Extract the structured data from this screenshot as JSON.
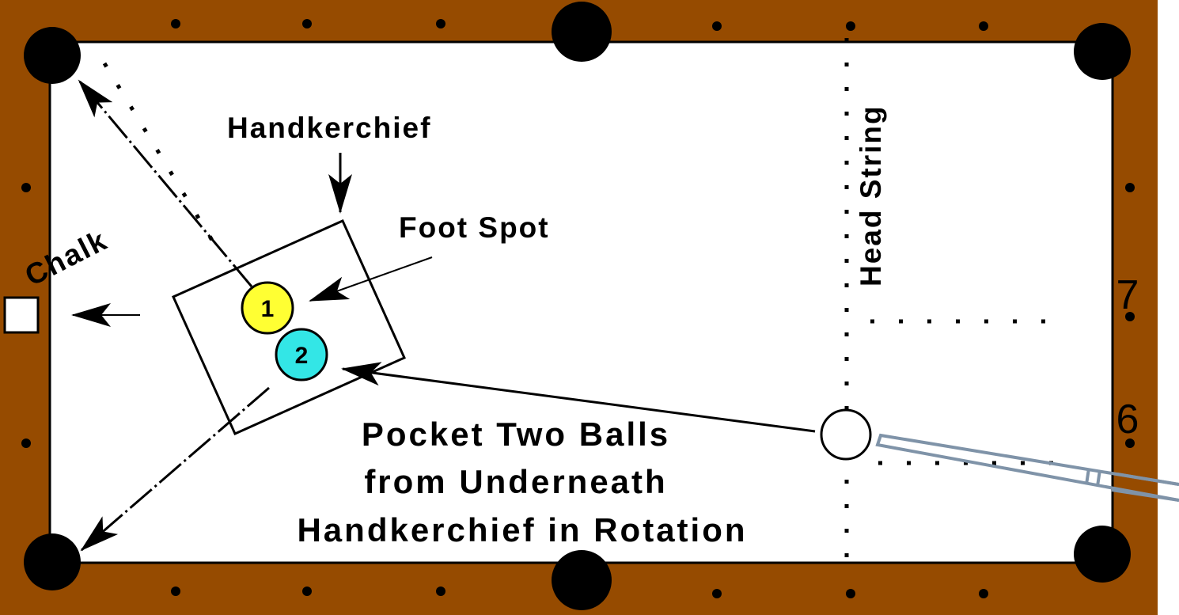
{
  "colors": {
    "rail": "#964B00",
    "cloth": "#ffffff",
    "pocket": "#000000",
    "ball_1": "#ffff33",
    "ball_2": "#33e6e6",
    "cue_stick": "#7f93a8"
  },
  "labels": {
    "handkerchief": "Handkerchief",
    "foot_spot": "Foot Spot",
    "chalk": "Chalk",
    "head_string": "Head String",
    "title_line_1": "Pocket Two Balls",
    "title_line_2": "from Underneath",
    "title_line_3": "Handkerchief in Rotation"
  },
  "balls": {
    "ball_1": "1",
    "ball_2": "2"
  },
  "diamond_numbers": {
    "upper": "7",
    "lower": "6"
  },
  "icons": {
    "pocket": "pocket-icon",
    "diamond": "diamond-icon",
    "cue_stick": "cue-stick-icon",
    "chalk": "chalk-icon"
  }
}
